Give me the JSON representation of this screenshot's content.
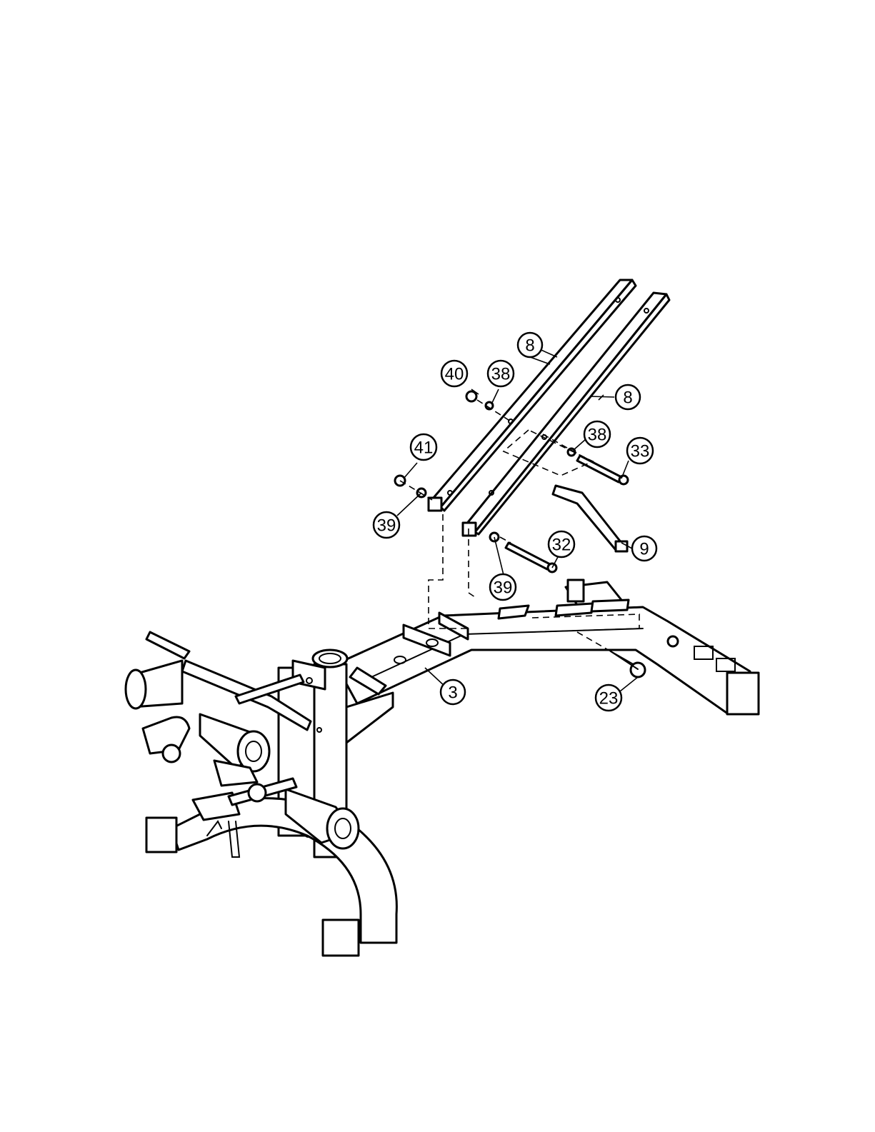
{
  "diagram": {
    "callouts": [
      {
        "id": "8a",
        "label": "8"
      },
      {
        "id": "8b",
        "label": "8"
      },
      {
        "id": "40",
        "label": "40"
      },
      {
        "id": "38a",
        "label": "38"
      },
      {
        "id": "38b",
        "label": "38"
      },
      {
        "id": "41",
        "label": "41"
      },
      {
        "id": "33",
        "label": "33"
      },
      {
        "id": "39a",
        "label": "39"
      },
      {
        "id": "39b",
        "label": "39"
      },
      {
        "id": "32",
        "label": "32"
      },
      {
        "id": "9",
        "label": "9"
      },
      {
        "id": "3",
        "label": "3"
      },
      {
        "id": "23",
        "label": "23"
      }
    ]
  }
}
